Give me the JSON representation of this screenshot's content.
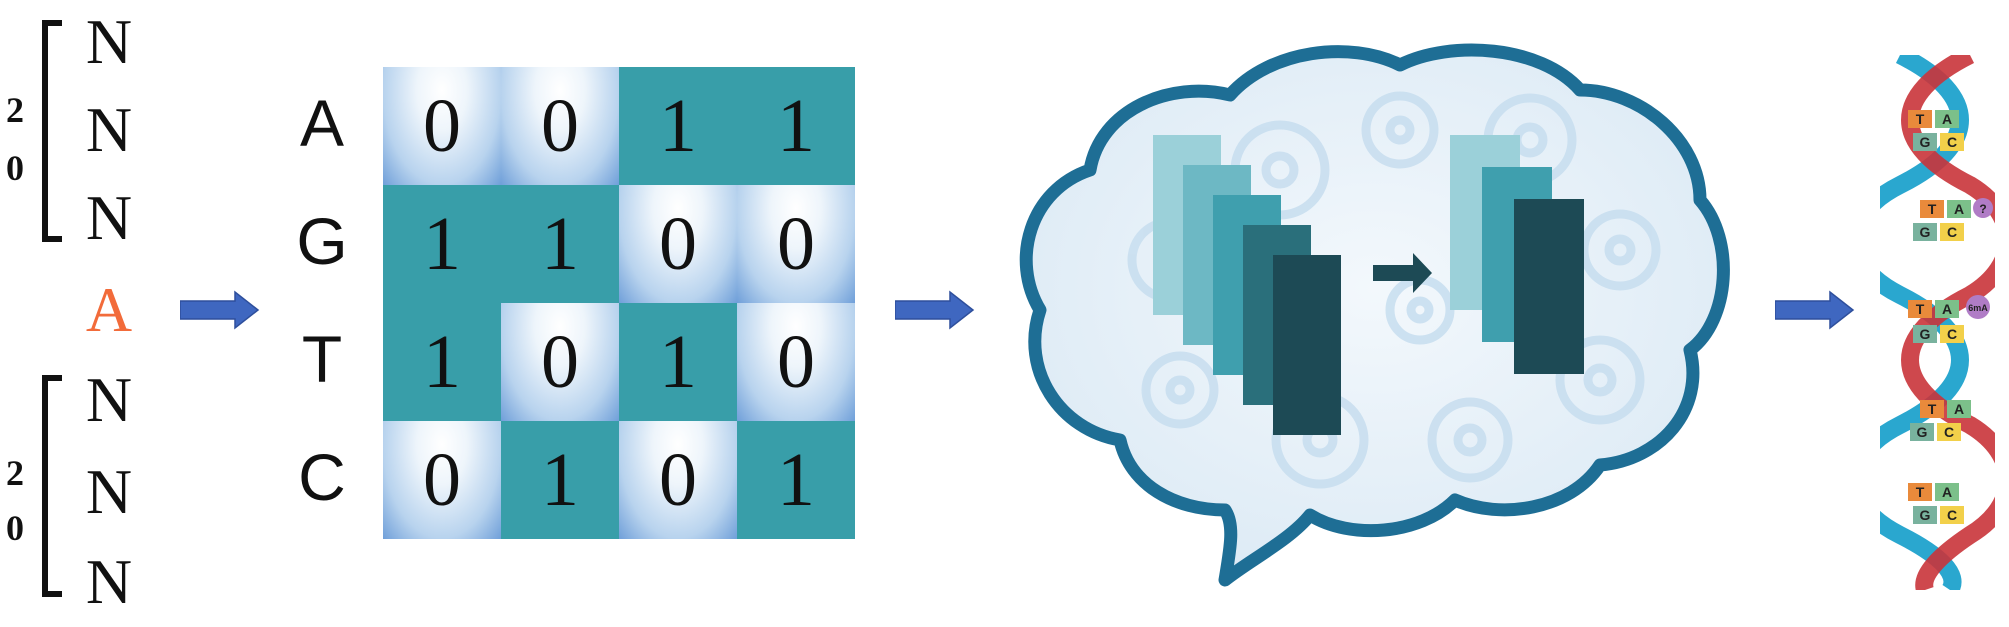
{
  "sequence": {
    "upstream": [
      "N",
      "N",
      "N"
    ],
    "center": "A",
    "downstream": [
      "N",
      "N",
      "N"
    ],
    "upstream_count": [
      "2",
      "0"
    ],
    "downstream_count": [
      "2",
      "0"
    ]
  },
  "encoding": {
    "row_labels": [
      "A",
      "G",
      "T",
      "C"
    ],
    "matrix": [
      [
        "0",
        "0",
        "1",
        "1"
      ],
      [
        "1",
        "1",
        "0",
        "0"
      ],
      [
        "1",
        "0",
        "1",
        "0"
      ],
      [
        "0",
        "1",
        "0",
        "1"
      ]
    ]
  },
  "helix_labels": {
    "bases": [
      "T",
      "A",
      "G",
      "C"
    ],
    "unknown_mark": "?",
    "modification": "6mA"
  },
  "colors": {
    "arrow": "#3f67c0",
    "teal": "#389ea9",
    "brain_outline": "#1e6e95",
    "center_base": "#f26b3a",
    "helix_blue": "#2aa7cf",
    "helix_red": "#c9343a"
  },
  "icons": [
    "right-arrow-icon",
    "brain-icon",
    "gear-icon",
    "dna-helix-icon"
  ]
}
